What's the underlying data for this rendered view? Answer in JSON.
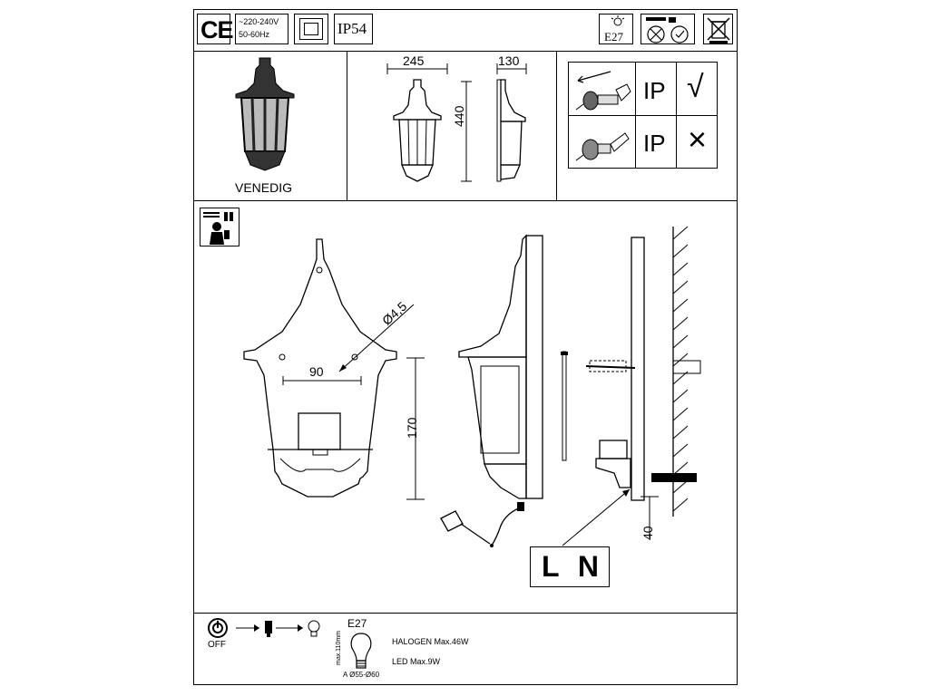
{
  "header": {
    "ce_mark": "CE",
    "voltage": "~220-240V",
    "frequency": "50-60Hz",
    "ip_rating": "IP54",
    "socket": "E27"
  },
  "product": {
    "name": "VENEDIG",
    "width_dim": "245",
    "depth_dim": "130",
    "height_dim": "440"
  },
  "ip_table": {
    "rows": [
      {
        "label": "IP",
        "mark": "√"
      },
      {
        "label": "IP",
        "mark": "×"
      }
    ]
  },
  "mounting": {
    "hole_dia": "Ø4,5",
    "hole_spacing": "90",
    "vertical_dim": "170",
    "wall_gap": "40",
    "wiring_label": "L N"
  },
  "footer": {
    "off_label": "OFF",
    "socket": "E27",
    "bulb_length": "max.110mm",
    "bulb_diameter": "A Ø55-Ø60",
    "halogen": "HALOGEN Max.46W",
    "led": "LED Max.9W"
  }
}
